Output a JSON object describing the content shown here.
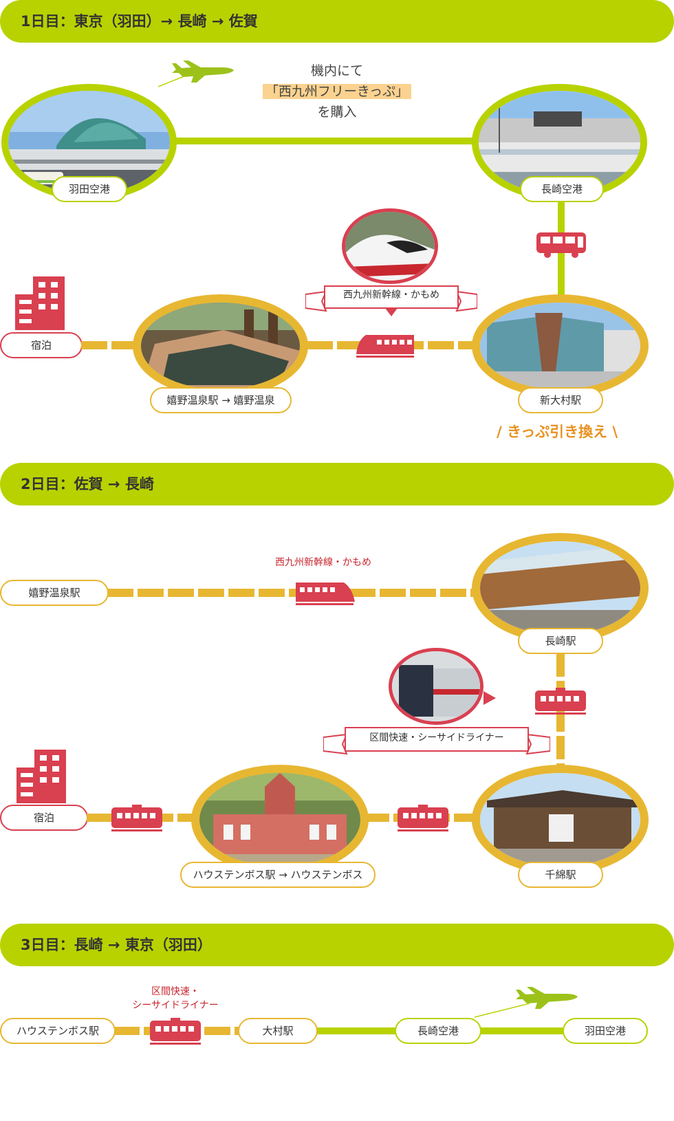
{
  "day1": {
    "title": "1日目：東京（羽田）→ 長崎 → 佐賀",
    "caption_line1": "機内にて",
    "caption_line2": "「西九州フリーきっぷ」",
    "caption_line3": "を購入",
    "haneda": "羽田空港",
    "nagasaki_airport": "長崎空港",
    "shin_omura": "新大村駅",
    "ureshino": "嬉野温泉駅 → 嬉野温泉",
    "stay": "宿泊",
    "train_ribbon": "西九州新幹線・かもめ",
    "exchange": "/ きっぷ引き換え \\"
  },
  "day2": {
    "title": "2日目：佐賀 → 長崎",
    "ureshino_station": "嬉野温泉駅",
    "train_label": "西九州新幹線・かもめ",
    "nagasaki_station": "長崎駅",
    "ribbon": "区間快速・シーサイドライナー",
    "huis": "ハウステンボス駅 → ハウステンボス",
    "senwa": "千綿駅",
    "stay": "宿泊"
  },
  "day3": {
    "title": "3日目：長崎 → 東京（羽田）",
    "huis_station": "ハウステンボス駅",
    "train_label_1": "区間快速・",
    "train_label_2": "シーサイドライナー",
    "omura_station": "大村駅",
    "nagasaki_airport": "長崎空港",
    "haneda": "羽田空港"
  },
  "colors": {
    "green": "#b8d200",
    "yellow": "#e7b732",
    "red": "#d94050",
    "orange": "#e8921f"
  }
}
